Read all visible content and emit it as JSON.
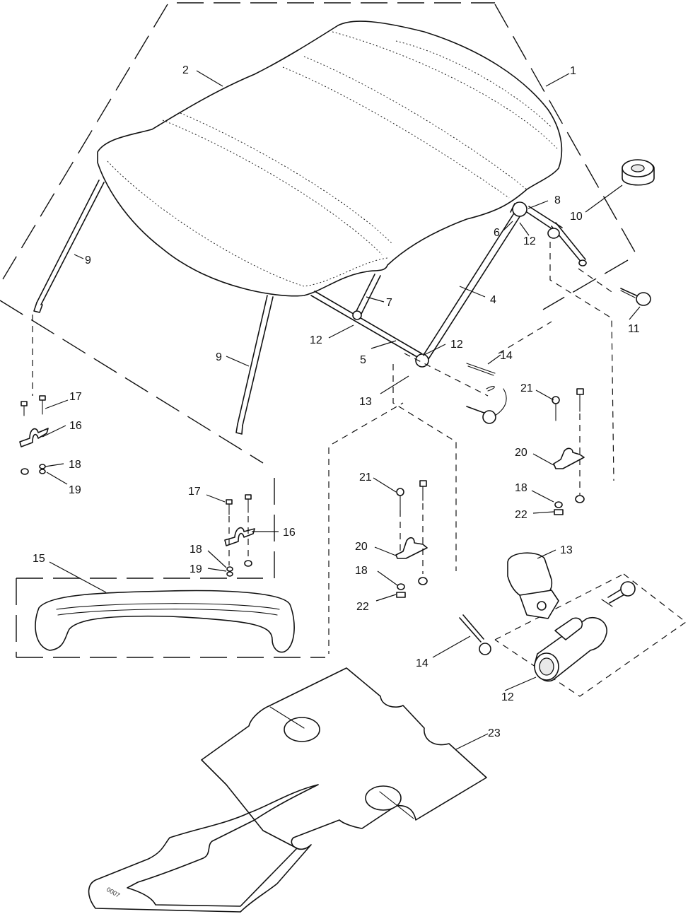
{
  "callouts": [
    {
      "id": "c1",
      "label": "1"
    },
    {
      "id": "c2",
      "label": "2"
    },
    {
      "id": "c4",
      "label": "4"
    },
    {
      "id": "c5",
      "label": "5"
    },
    {
      "id": "c6",
      "label": "6"
    },
    {
      "id": "c7",
      "label": "7"
    },
    {
      "id": "c8",
      "label": "8"
    },
    {
      "id": "c9a",
      "label": "9"
    },
    {
      "id": "c9b",
      "label": "9"
    },
    {
      "id": "c10",
      "label": "10"
    },
    {
      "id": "c11",
      "label": "11"
    },
    {
      "id": "c12a",
      "label": "12"
    },
    {
      "id": "c12b",
      "label": "12"
    },
    {
      "id": "c12c",
      "label": "12"
    },
    {
      "id": "c12d",
      "label": "12"
    },
    {
      "id": "c13a",
      "label": "13"
    },
    {
      "id": "c13b",
      "label": "13"
    },
    {
      "id": "c14a",
      "label": "14"
    },
    {
      "id": "c14b",
      "label": "14"
    },
    {
      "id": "c15",
      "label": "15"
    },
    {
      "id": "c16a",
      "label": "16"
    },
    {
      "id": "c16b",
      "label": "16"
    },
    {
      "id": "c17a",
      "label": "17"
    },
    {
      "id": "c17b",
      "label": "17"
    },
    {
      "id": "c18a",
      "label": "18"
    },
    {
      "id": "c18b",
      "label": "18"
    },
    {
      "id": "c18c",
      "label": "18"
    },
    {
      "id": "c18d",
      "label": "18"
    },
    {
      "id": "c19a",
      "label": "19"
    },
    {
      "id": "c19b",
      "label": "19"
    },
    {
      "id": "c20a",
      "label": "20"
    },
    {
      "id": "c20b",
      "label": "20"
    },
    {
      "id": "c21a",
      "label": "21"
    },
    {
      "id": "c21b",
      "label": "21"
    },
    {
      "id": "c22a",
      "label": "22"
    },
    {
      "id": "c22b",
      "label": "22"
    },
    {
      "id": "c23",
      "label": "23"
    }
  ],
  "drawing_number": "0007"
}
